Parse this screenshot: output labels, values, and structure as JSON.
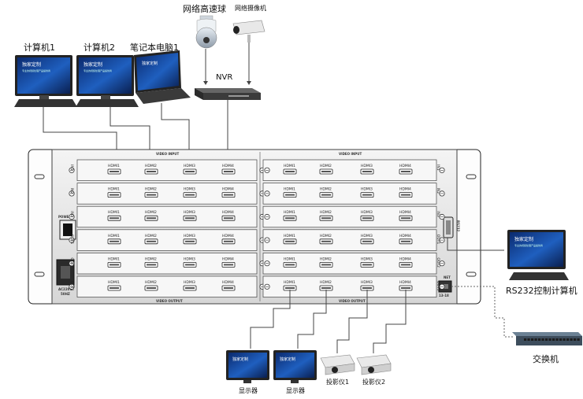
{
  "labels": {
    "computer_1": "计算机1",
    "computer_2": "计算机2",
    "laptop_1": "笔记本电脑1",
    "speed_dome": "网络高速球",
    "network_camera": "网络摄像机",
    "nvr": "NVR",
    "rs232_computer": "RS232控制计算机",
    "switch": "交换机",
    "monitor_1": "显示器",
    "monitor_2": "显示器",
    "projector_1": "投影仪1",
    "projector_2": "投影仪2"
  },
  "screen_text": {
    "line1": "独家定制",
    "line2": "专业的视频处理产品提供商"
  },
  "matrix": {
    "video_input_left": "VIDEO INPUT",
    "video_input_right": "VIDEO INPUT",
    "video_output_left": "VIDEO OUTPUT",
    "video_output_right": "VIDEO OUTPUT",
    "power": "POWER",
    "ac_line1": "AC220V",
    "ac_line2": "50HZ",
    "rs232": "RS232",
    "net": "NET",
    "net_range": "13-18",
    "port_labels": [
      "HDMI1",
      "HDMI2",
      "HDMI3",
      "HDMI4"
    ],
    "slot_labels": [
      "IN1",
      "IN2",
      "IN3",
      "OUT1",
      "OUT2",
      "OUT3"
    ]
  }
}
